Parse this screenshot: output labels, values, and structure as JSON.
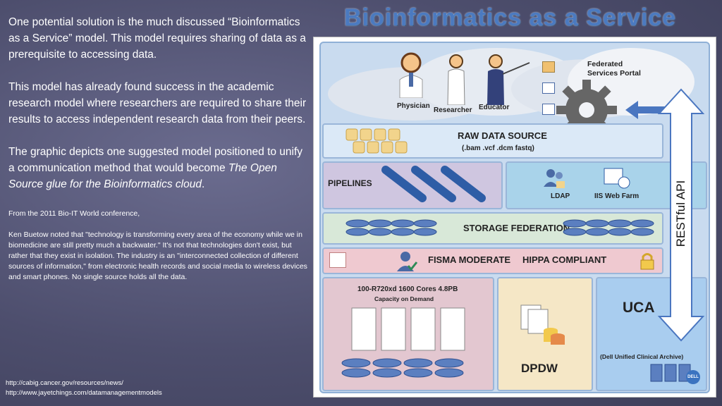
{
  "left_panel": {
    "para1": "One potential solution is the much discussed “Bioinformatics as a Service” model. This model requires sharing of data as a prerequisite to accessing data.",
    "para2": "This model has already found success in the academic research model where researchers are required to share their results to access independent research data from their peers.",
    "para3_a": "The graphic depicts one suggested model positioned to unify a communication method that would become ",
    "para3_b": "The Open Source glue for the Bioinformatics cloud",
    "para3_c": ".",
    "small1": "From the 2011 Bio-IT World conference,",
    "small2": "Ken Buetow noted that \"technology is transforming every area of the economy while we in biomedicine are still pretty much a backwater.\" It's not that technologies don't exist, but rather that they exist in isolation. The industry is an \"interconnected collection of different sources of information,\" from electronic health records and social media to wireless devices and smart phones. No single source holds all the data.",
    "link1": "http://cabig.cancer.gov/resources/news/",
    "link2": "http://www.jayetchings.com/datamanagementmodels"
  },
  "title": "Bioinformatics as a Service",
  "diagram": {
    "roles": [
      "Physician",
      "Researcher",
      "Educator"
    ],
    "portal": "Federated Services Portal",
    "raw_data_source": "RAW DATA SOURCE",
    "raw_formats": "(.bam .vcf .dcm fastq)",
    "pipelines": "PIPELINES",
    "ldap": "LDAP",
    "iis": "IIS Web Farm",
    "storage": "STORAGE FEDERATION",
    "fisma": "FISMA MODERATE",
    "hippa": "HIPPA COMPLIANT",
    "cores": "100-R720xd 1600 Cores 4.8PB",
    "capacity": "Capacity on Demand",
    "dpdw": "DPDW",
    "uca": "UCA",
    "uca_sub": "(Dell Unified Clinical Archive)",
    "api": "RESTful API",
    "logo": "DELL"
  },
  "colors": {
    "raw_row": "#dbe9f7",
    "pipelines_row": "#cfc6e0",
    "ldap_row": "#a9d3ea",
    "storage_row": "#d8e8d8",
    "fisma_row": "#efc9d0",
    "cores_row": "#e3c7d0",
    "dpdw_row": "#f5e7c6",
    "uca_row": "#a9cdef",
    "title": "#4b7ac0"
  }
}
